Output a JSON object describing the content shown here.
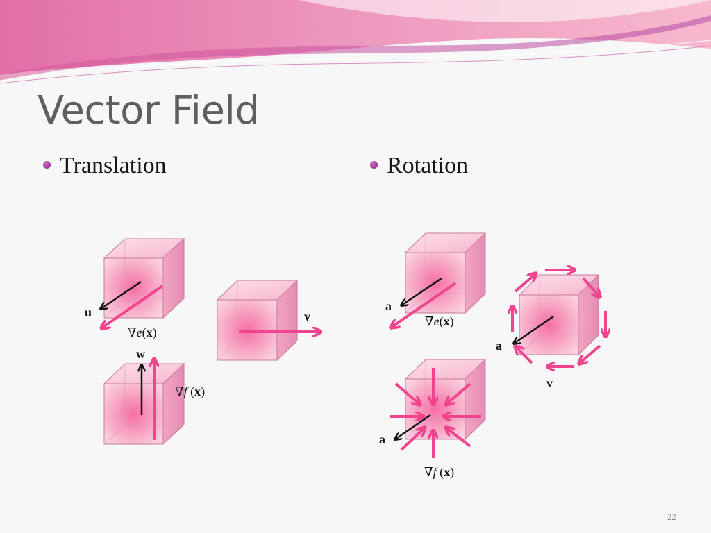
{
  "slide": {
    "title": "Vector Field",
    "page_number": "22"
  },
  "bullets": [
    {
      "label": "Translation"
    },
    {
      "label": "Rotation"
    }
  ],
  "translation": {
    "label_u": "u",
    "label_v": "v",
    "label_w": "w",
    "grad_e": {
      "nabla": "∇",
      "func": "e",
      "arg": "x"
    },
    "grad_f": {
      "nabla": "∇",
      "func": "f",
      "arg": "x"
    }
  },
  "rotation": {
    "label_a_top": "a",
    "label_a_right": "a",
    "label_a_bottom": "a",
    "label_v": "v",
    "grad_e": {
      "nabla": "∇",
      "func": "e",
      "arg": "x"
    },
    "grad_f": {
      "nabla": "∇",
      "func": "f",
      "arg": "x"
    }
  },
  "colors": {
    "accent_arrow": "#f0458e",
    "cube_face": "#f5b3ca",
    "title_text": "#5f5f5f",
    "bullet_dot": "#9b2b8f"
  }
}
